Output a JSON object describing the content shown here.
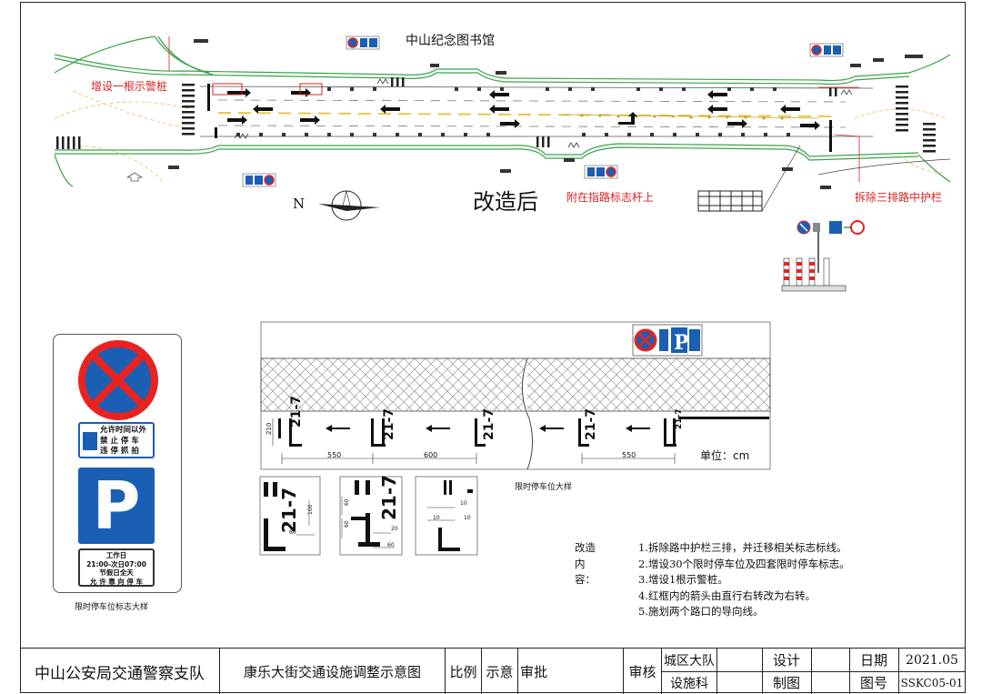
{
  "drawing": {
    "library_label": "中山纪念图书馆",
    "title_after": "改造后",
    "annotations": {
      "add_pile": "增设一根示警桩",
      "attach_sign": "附在指路标志杆上",
      "remove_rail": "拆除三排路中护栏"
    },
    "north_label": "N",
    "stall_label": "21-7",
    "unit_label": "单位：cm",
    "dims": {
      "d210": "210",
      "d550a": "550",
      "d600": "600",
      "d550b": "550",
      "d100": "100",
      "d60a": "60",
      "d60b": "60",
      "d60c": "60",
      "d20": "20",
      "d60d": "60",
      "d10a": "10",
      "d10b": "10",
      "d10c": "10"
    },
    "stall_caption": "限时停车位大样",
    "sign_caption": "限时停车位标志大样"
  },
  "sign": {
    "line1": "允许时间以外",
    "line2": "禁 止 停 车",
    "line3": "违 停 抓 拍",
    "parking_letter": "P",
    "tline1": "工作日",
    "tline2": "21:00-次日07:00",
    "tline3": "节假日全天",
    "tline4": "允 许 靠 向 停 车"
  },
  "notes": {
    "head": "改造内容：",
    "items": [
      "1.拆除路中护栏三排，并迁移相关标志标线。",
      "2.增设30个限时停车位及四套限时停车标志。",
      "3.增设1根示警桩。",
      "4.红框内的箭头由直行右转改为右转。",
      "5.施划两个路口的导向线。"
    ]
  },
  "titleblock": {
    "org": "中山公安局交通警察支队",
    "drawing_name": "康乐大街交通设施调整示意图",
    "scale_label": "比例",
    "scale_value": "示意",
    "approve_label": "审批",
    "review_label": "审核",
    "dept1": "城区大队",
    "dept2": "设施科",
    "design_label": "设计",
    "draw_label": "制图",
    "date_label": "日期",
    "date_value": "2021.05",
    "no_label": "图号",
    "no_value": "SSKC05-01"
  },
  "colors": {
    "sign_red": "#e8231f",
    "sign_blue": "#1a5fb4",
    "road_green": "#3aa34a",
    "annot_red": "#e02020"
  }
}
